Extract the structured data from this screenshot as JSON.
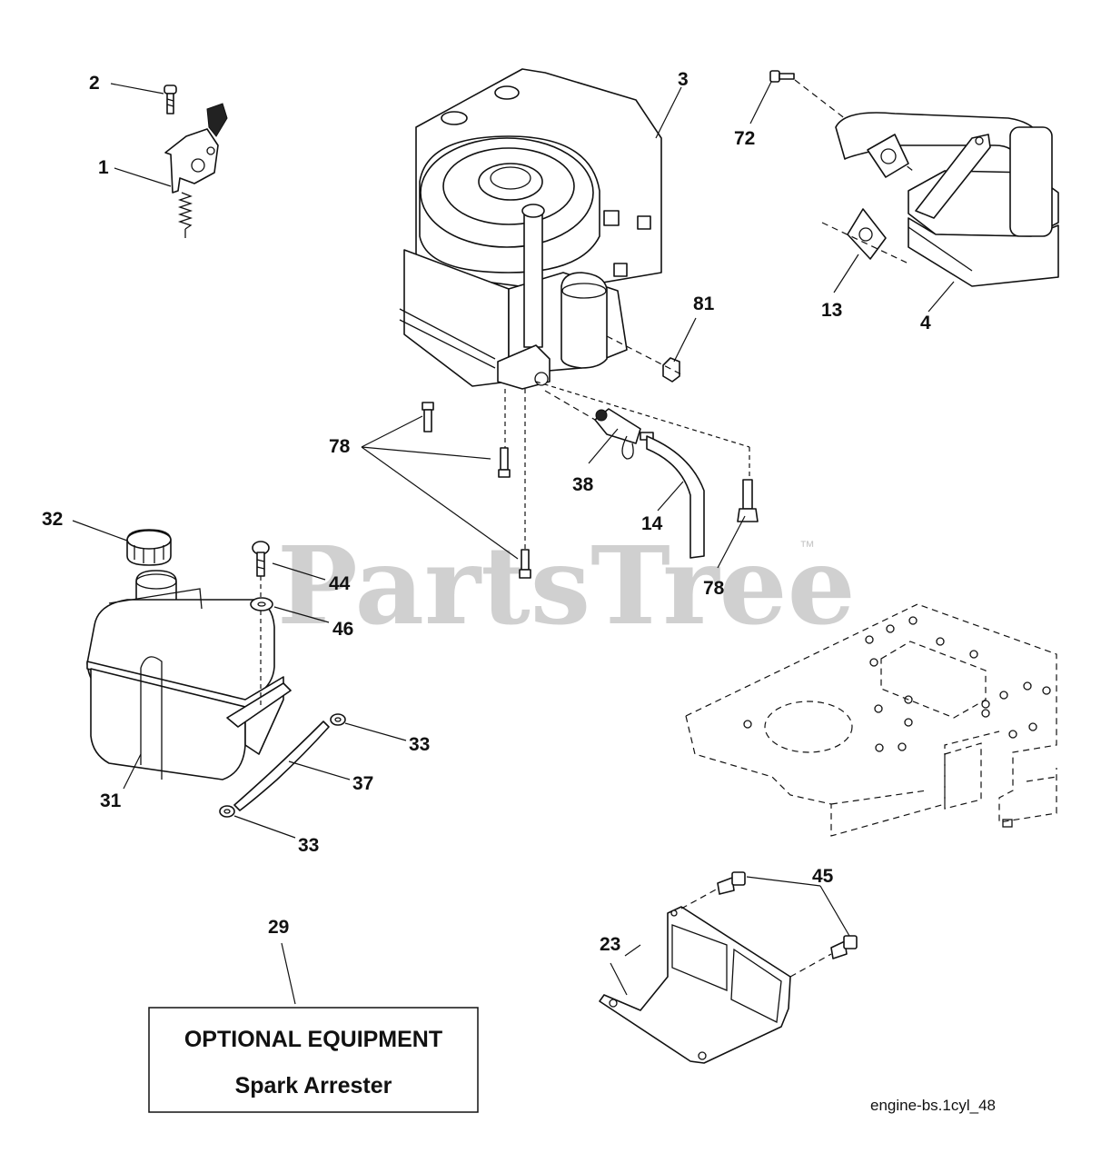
{
  "diagram_ref": "engine-bs.1cyl_48",
  "watermark": {
    "text": "PartsTree",
    "trademark": "™"
  },
  "optional_box": {
    "title": "OPTIONAL EQUIPMENT",
    "subtitle": "Spark Arrester"
  },
  "callouts": {
    "c1": "1",
    "c2": "2",
    "c3": "3",
    "c4": "4",
    "c13": "13",
    "c14": "14",
    "c23": "23",
    "c29": "29",
    "c31": "31",
    "c32": "32",
    "c33a": "33",
    "c33b": "33",
    "c37": "37",
    "c38": "38",
    "c44": "44",
    "c45": "45",
    "c46": "46",
    "c72": "72",
    "c78a": "78",
    "c78b": "78",
    "c81": "81"
  }
}
